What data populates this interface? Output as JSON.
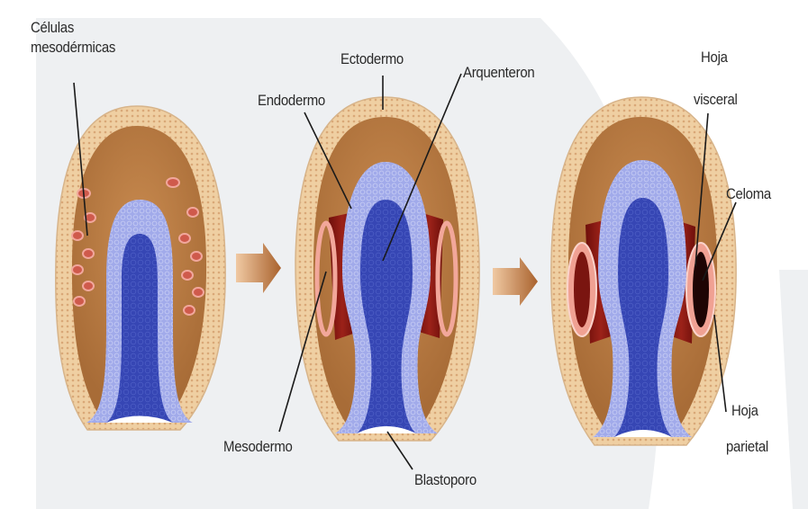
{
  "labels": {
    "celulas_mesodermicas_1": "Células",
    "celulas_mesodermicas_2": "mesodérmicas",
    "ectodermo": "Ectodermo",
    "endodermo": "Endodermo",
    "arquenteron": "Arquenteron",
    "mesodermo": "Mesodermo",
    "blastoporo": "Blastoporo",
    "hoja_visceral_1": "Hoja",
    "hoja_visceral_2": "visceral",
    "celoma": "Celoma",
    "hoja_parietal_1": "Hoja",
    "hoja_parietal_2": "parietal"
  },
  "colors": {
    "background_band": "#eef0f2",
    "ectoderm_outer": "#efcfa2",
    "ectoderm_dots": "#d9a877",
    "mesenchyme": "#b87b42",
    "endoderm_band": "#9aa2e6",
    "archenteron": "#2f3fae",
    "mesoderm_dark": "#8a1a14",
    "mesoderm_cells": "#e8958a",
    "arrow": "#b3703c"
  }
}
